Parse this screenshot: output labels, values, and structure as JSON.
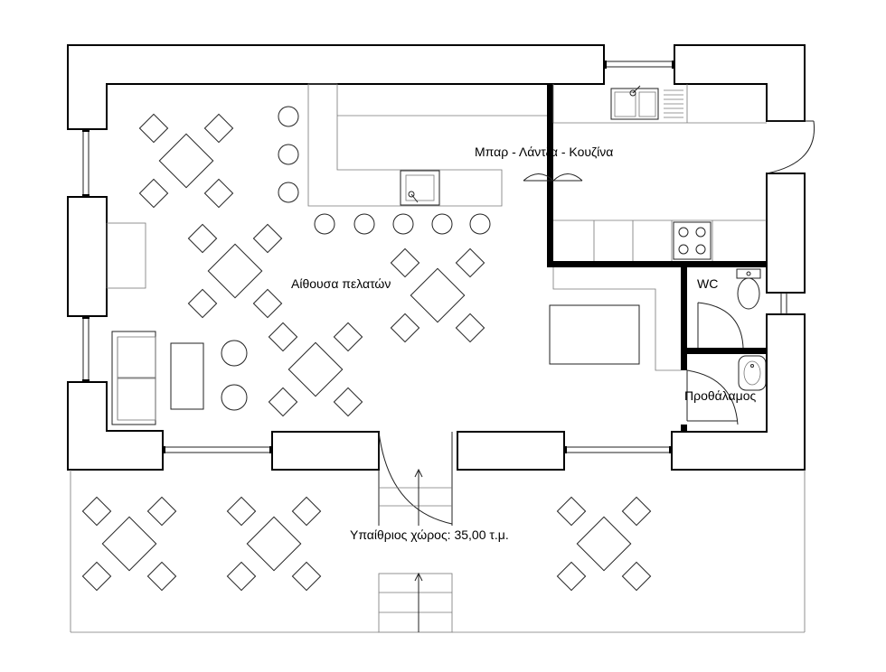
{
  "labels": {
    "bar_kitchen": "Μπαρ - Λάντζα - Κουζίνα",
    "wc": "WC",
    "customer_hall": "Αίθουσα πελατών",
    "vestibule": "Προθάλαμος",
    "outdoor_area": "Υπαίθριος χώρος: 35,00 τ.μ."
  }
}
